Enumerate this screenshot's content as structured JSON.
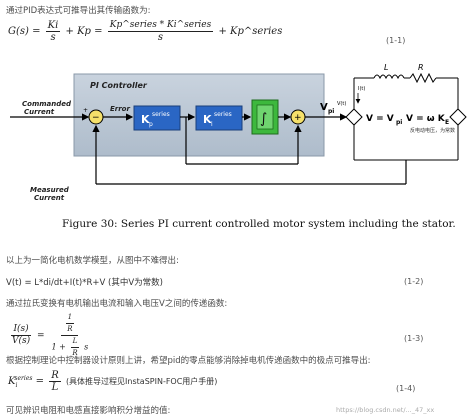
{
  "intro": "通过PID表达式可推导出其传输函数为:",
  "eq1": {
    "lhs": "G(s) =",
    "num1": "Ki",
    "den1": "s",
    "mid": "+ Kp =",
    "num2": "Kp^series * Ki^series",
    "den2": "s",
    "tail": "+ Kp^series",
    "number": "(1-1)"
  },
  "diagram": {
    "box_title": "PI Controller",
    "commanded_current": [
      "Commanded",
      "Current"
    ],
    "error_label": "Error",
    "kp_label": "K",
    "kp_sub": "p",
    "kp_sup": "series",
    "ki_label": "K",
    "ki_sub": "i",
    "ki_sup": "series",
    "integral": "∫",
    "vpi_label": "V",
    "vpi_sub": "pi",
    "vpi_sup": "V(t)",
    "v_eq_vpi": "V = V",
    "v_eq_vpi_sub": "pi",
    "v_eq_ke": "V = ω K",
    "v_eq_ke_sub": "E",
    "back_emf_note": "反电动电压，为常数",
    "L_label": "L",
    "R_label": "R",
    "it_label": "I(t)",
    "measured_current": [
      "Measured",
      "Current"
    ],
    "minus": "−",
    "plus": "+"
  },
  "caption": "Figure 30:  Series PI current controlled motor system including the stator.",
  "p1": "以上为一简化电机数学模型，从图中不难得出:",
  "eq2": {
    "text": "V(t) = L*di/dt+I(t)*R+V   (其中V为常数)",
    "number": "(1-2)"
  },
  "p2": "通过拉氏变换有电机输出电流和输入电压V之间的传递函数:",
  "eq3": {
    "lnum": "I(s)",
    "lden": "V(s)",
    "eq": "=",
    "rnum_num": "1",
    "rnum_den": "R",
    "rden_pre": "1 +",
    "rden_num": "L",
    "rden_den": "R",
    "rden_post": "s",
    "number": "(1-3)"
  },
  "p3": "根据控制理论中控制器设计原则上讲，希望pid的零点能够消除掉电机传递函数中的极点可推导出:",
  "eq4": {
    "lhs": "K",
    "lhs_sub": "i",
    "lhs_sup": "series",
    "eq": "=",
    "num": "R",
    "den": "L",
    "note": "(具体推导过程见InstaSPIN-FOC用户手册)",
    "number": "(1-4)"
  },
  "p4": "可见辨识电阻和电感直接影响积分增益的值:",
  "watermark": "https://blog.csdn.net/..._47_xx"
}
